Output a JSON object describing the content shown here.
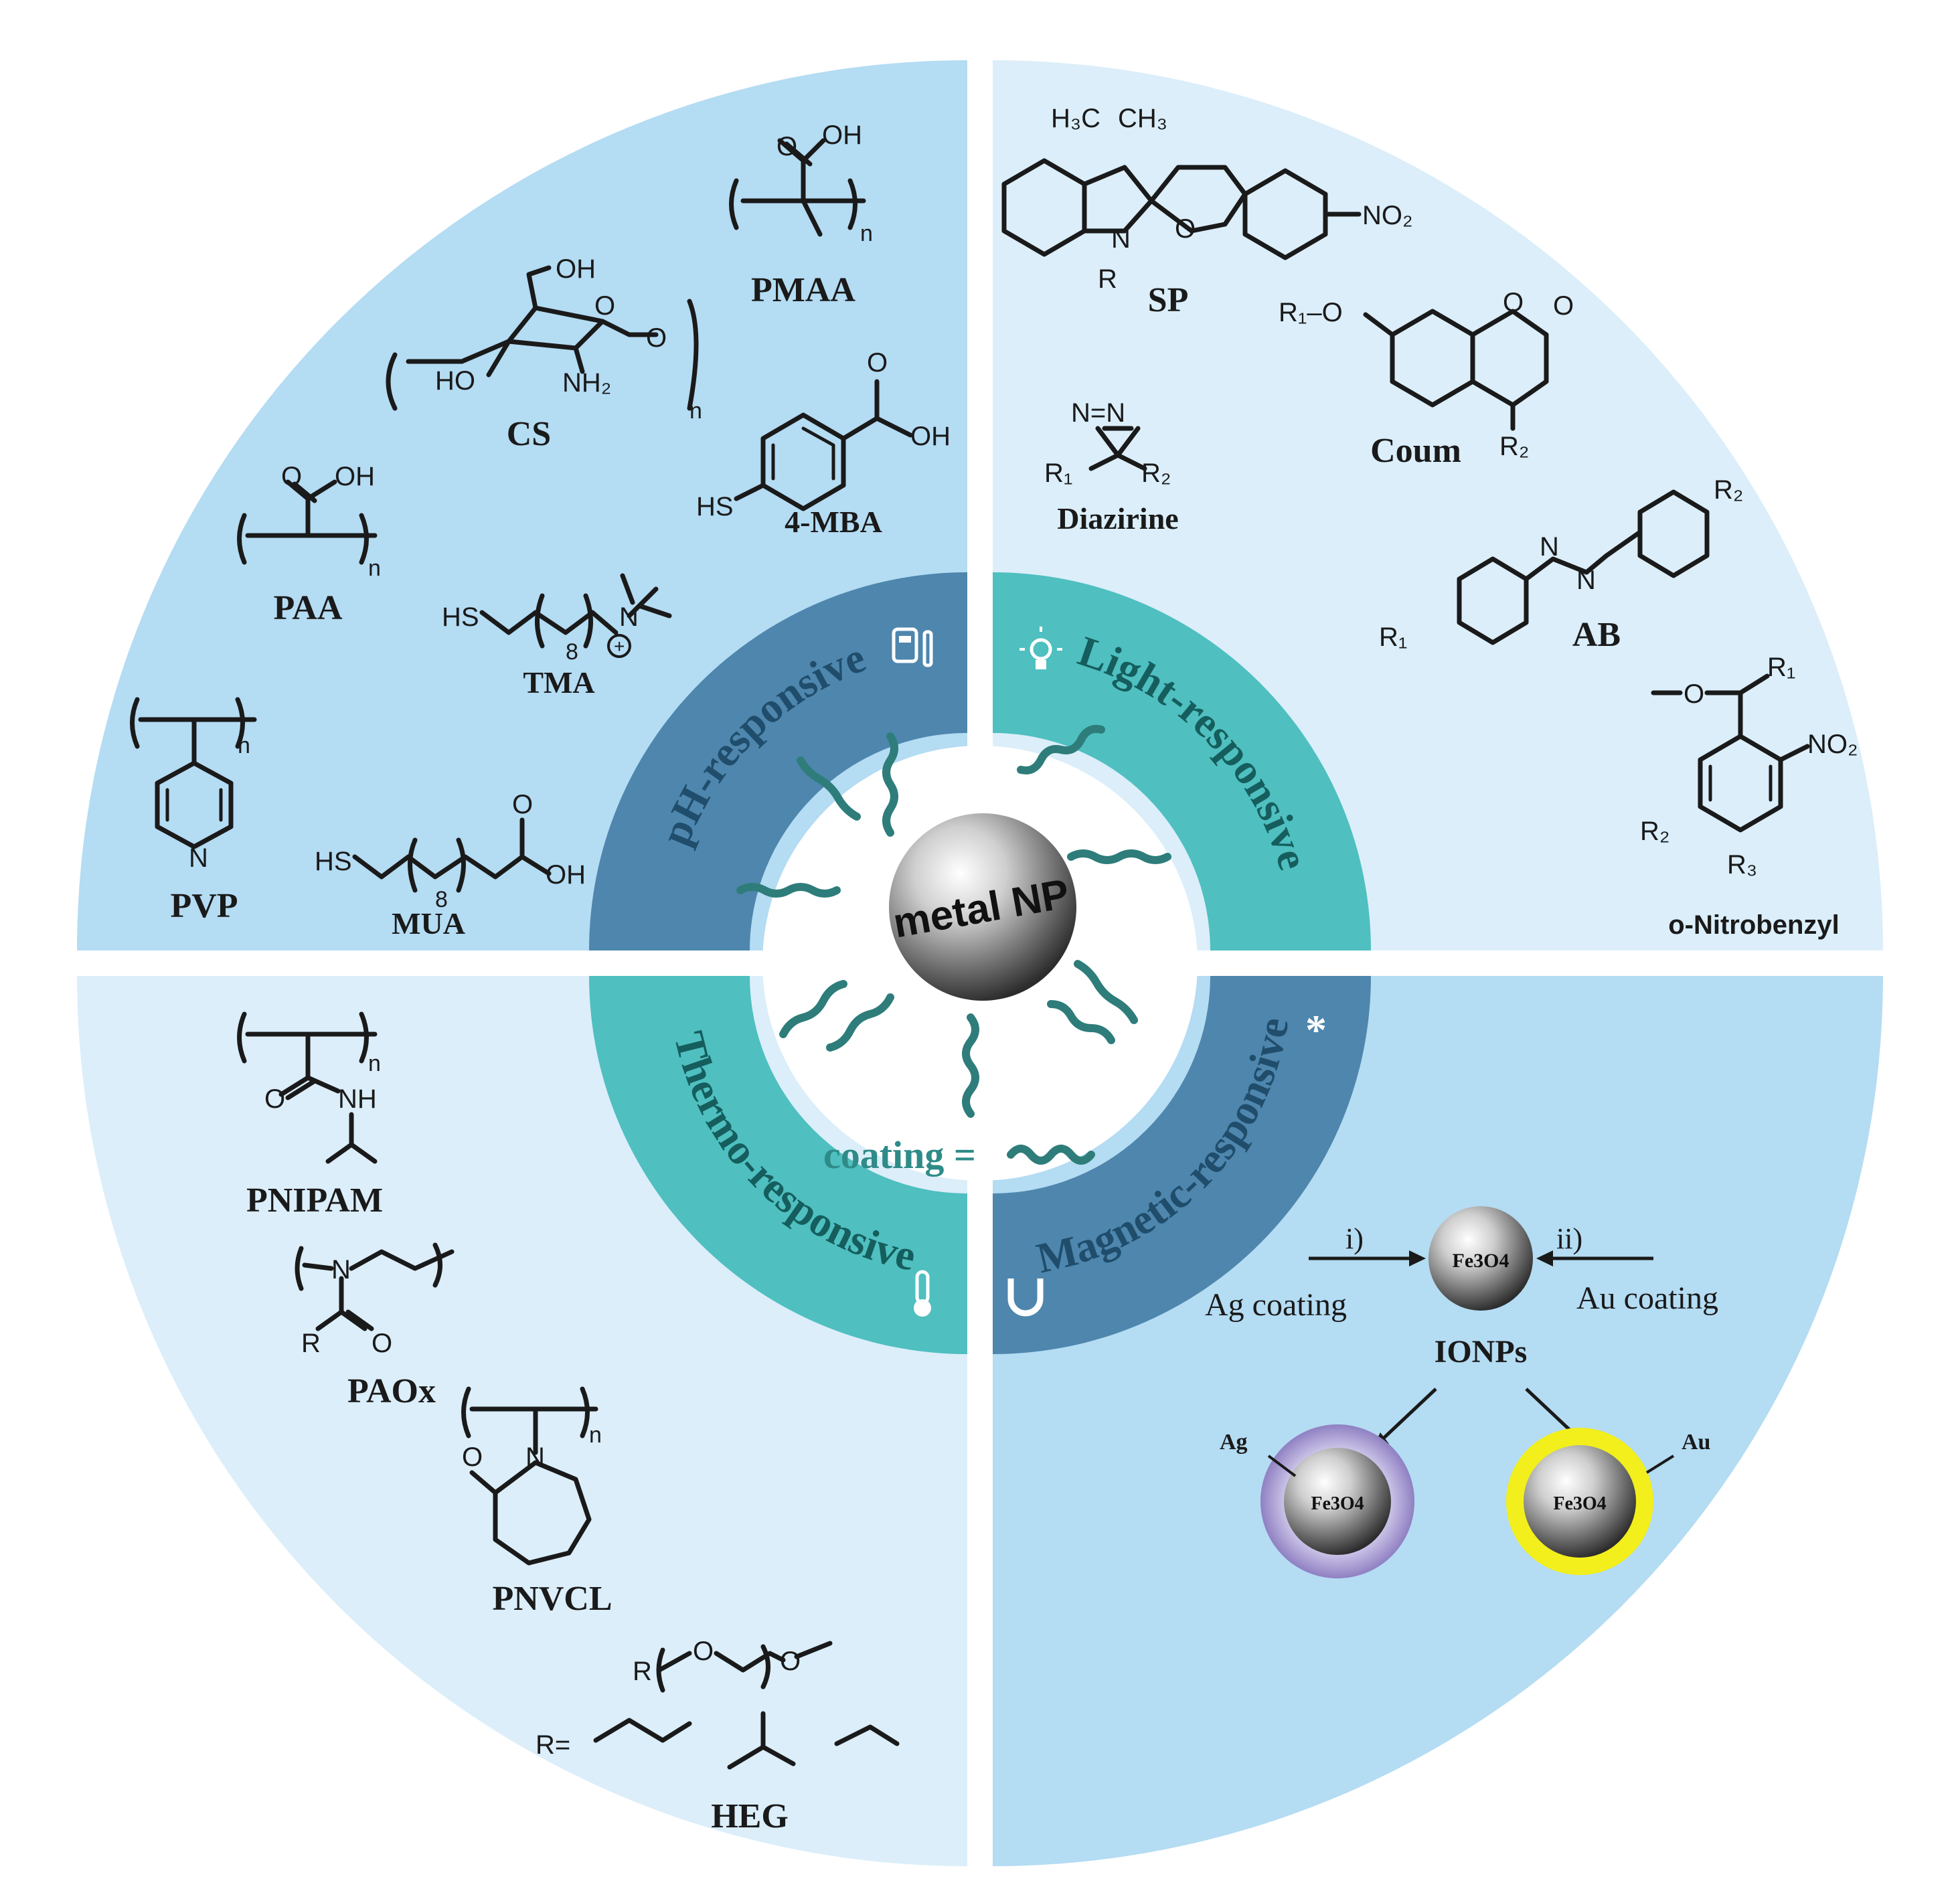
{
  "center": {
    "core_label": "metal NP",
    "legend_label": "coating ="
  },
  "ring": {
    "ph": "pH-responsive",
    "light": "Light-responsive",
    "thermo": "Thermo-responsive",
    "magnetic": "Magnetic-responsive",
    "magnetic_mark": "*"
  },
  "ph_quadrant": {
    "pmaa": "PMAA",
    "cs": "CS",
    "mba": "4-MBA",
    "paa": "PAA",
    "tma": "TMA",
    "pvp": "PVP",
    "mua": "MUA",
    "tma_count": "8",
    "mua_count": "8"
  },
  "light_quadrant": {
    "sp": "SP",
    "coum": "Coum",
    "diazirine": "Diazirine",
    "ab": "AB",
    "nitrobenzyl": "o-Nitrobenzyl"
  },
  "thermo_quadrant": {
    "pnipam": "PNIPAM",
    "paox": "PAOx",
    "pnvcl": "PNVCL",
    "heg": "HEG",
    "r_eq": "R="
  },
  "magnetic_quadrant": {
    "step_i": "i)",
    "step_ii": "ii)",
    "ag_coating": "Ag coating",
    "au_coating": "Au coating",
    "ionps": "IONPs",
    "core": "Fe3O4",
    "ag": "Ag",
    "au": "Au"
  },
  "colors": {
    "quadrant_dark": "#b4dcf3",
    "quadrant_light": "#dbeefa",
    "ring_blue": "#4e86ad",
    "ring_teal": "#4fbfc0",
    "chain": "#2e7d7a",
    "ag_shell": "#9d8fca",
    "au_shell": "#f2ef1c"
  }
}
